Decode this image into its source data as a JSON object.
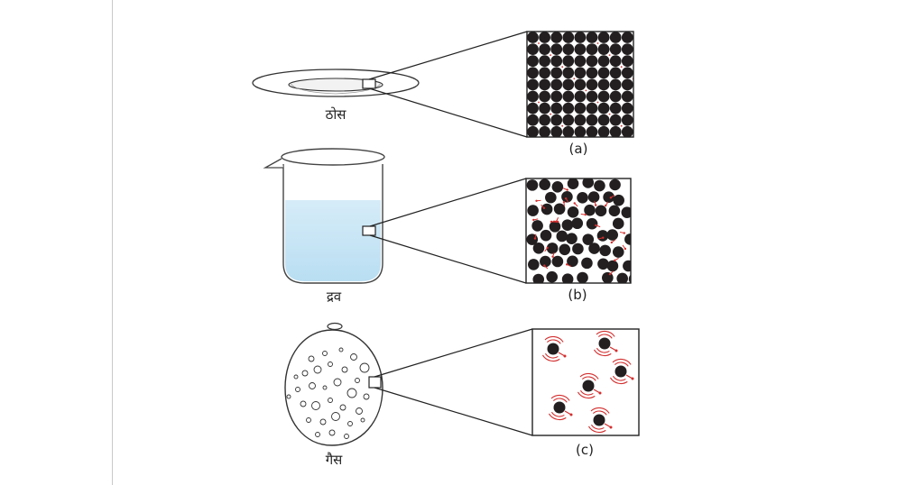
{
  "panels": [
    {
      "state_label": "ठोस",
      "caption": "(a)",
      "state": "solid",
      "container": "dish",
      "particle_arrangement": "closely packed in regular rows",
      "colors": {
        "particle": "#231f20",
        "arrow": "#d32f2f",
        "box_border": "#231f20"
      }
    },
    {
      "state_label": "द्रव",
      "caption": "(b)",
      "state": "liquid",
      "container": "beaker",
      "particle_arrangement": "close together, irregular, moving",
      "colors": {
        "particle": "#231f20",
        "arrow": "#d32f2f",
        "liquid": "#c8e6f5"
      }
    },
    {
      "state_label": "गैस",
      "caption": "(c)",
      "state": "gas",
      "container": "balloon",
      "particle_arrangement": "far apart, moving freely",
      "colors": {
        "particle": "#231f20",
        "motion_arcs": "#d32f2f"
      }
    }
  ]
}
